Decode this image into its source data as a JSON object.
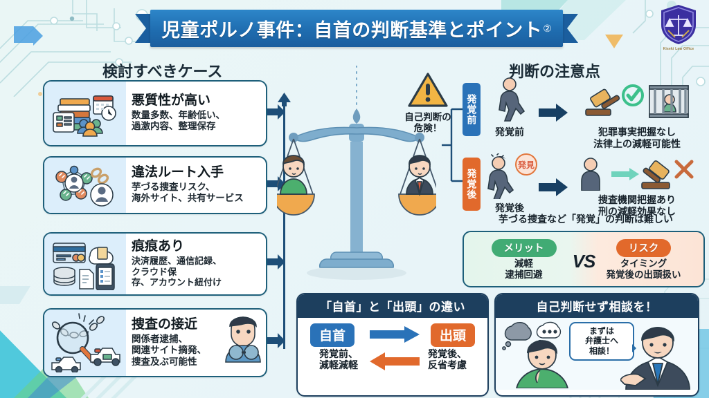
{
  "header": {
    "title": "児童ポルノ事件：自首の判断基準とポイント",
    "superscript": "②",
    "logo_name": "Kiseki Law Office"
  },
  "sections": {
    "left_heading": "検討すべきケース",
    "right_heading": "判断の注意点"
  },
  "cases": [
    {
      "title": "悪質性が高い",
      "detail": "数量多数、年齢低い、\n過激内容、整理保存",
      "icon": "books-calendar-people-icon"
    },
    {
      "title": "違法ルート入手",
      "detail": "芋づる捜査リスク、\n海外サイト、共有サービス",
      "icon": "network-links-icon"
    },
    {
      "title": "痕痕あり",
      "detail": "決済履歴、通信記録、\nクラウド保\n存、アカウント紐付け",
      "icon": "creditcard-cloud-device-icon"
    },
    {
      "title": "捜査の接近",
      "detail": "関係者逮捕、\n関連サイト摘発、\n捜査及ぶ可能性",
      "icon": "magnifier-chain-policecar-icon"
    }
  ],
  "center": {
    "warning_label": "自己判断の\n危険！",
    "scales_icon": "balance-scales-icon",
    "warning_icon": "warning-triangle-icon"
  },
  "flow": {
    "before": {
      "badge": "発覚前",
      "caption": "発覚前",
      "outcome": "犯罪事実把握なし\n法律上の減軽可能性",
      "outcome_icons": [
        "gavel-icon",
        "check-circle-icon",
        "jail-icon"
      ]
    },
    "after": {
      "badge": "発覚後",
      "caption": "発覚後",
      "discover_badge": "発見",
      "outcome": "捜査機関把握あり\n刑の減軽効果なし",
      "outcome_icons": [
        "gavel-icon",
        "cross-x-icon"
      ]
    },
    "note": "芋づる捜査など「発覚」の判断は難しい"
  },
  "merit_risk": {
    "merit_pill": "メリット",
    "merit_lines": "減軽\n逮捕回避",
    "vs": "VS",
    "risk_pill": "リスク",
    "risk_lines": "タイミング\n発覚後の出頭扱い"
  },
  "panels": {
    "difference": {
      "heading": "「自首」と「出頭」の違い",
      "left_tag": "自首",
      "right_tag": "出頭",
      "left_caption": "発覚前、\n減軽減軽",
      "right_caption": "発覚後、\n反省考慮"
    },
    "consult": {
      "heading": "自己判断せず相談を！",
      "bubble": "まずは\n弁護士へ\n相談！",
      "thinking_icon": "thought-bubble-icon",
      "dots": "•••"
    }
  },
  "colors": {
    "ribbon_blue": "#1f6db0",
    "card_border": "#1d5f7a",
    "badge_blue": "#2a72b8",
    "badge_orange": "#e1692c",
    "merit_green": "#41ab74",
    "risk_orange": "#e2692b",
    "panel_navy": "#1d3f5e",
    "background": "#edf7f7"
  }
}
